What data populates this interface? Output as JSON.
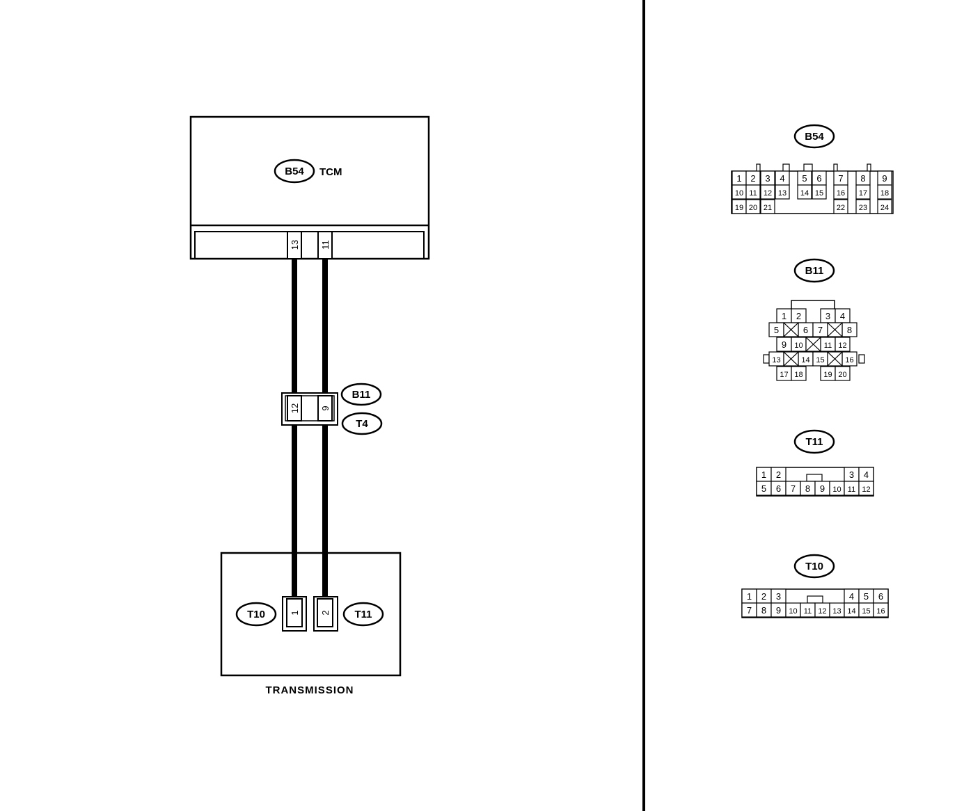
{
  "wiring": {
    "tcm": {
      "connector": "B54",
      "name": "TCM",
      "pins": [
        "13",
        "11"
      ]
    },
    "joint": {
      "connector_top": "B11",
      "connector_bottom": "T4",
      "pins": [
        "12",
        "9"
      ]
    },
    "transmission": {
      "name": "TRANSMISSION",
      "left_connector": "T10",
      "right_connector": "T11",
      "pins": [
        "1",
        "2"
      ]
    }
  },
  "connectors": {
    "b54": {
      "label": "B54",
      "rows": [
        [
          "1",
          "2",
          "3",
          "4",
          "5",
          "6",
          "7",
          "8",
          "9"
        ],
        [
          "10",
          "11",
          "12",
          "13",
          "14",
          "15",
          "16",
          "17",
          "18"
        ],
        [
          "19",
          "20",
          "21",
          "22",
          "23",
          "24"
        ]
      ]
    },
    "b11": {
      "label": "B11",
      "rows": [
        [
          "1",
          "2",
          "3",
          "4"
        ],
        [
          "5",
          "6",
          "7",
          "8"
        ],
        [
          "9",
          "10",
          "11",
          "12"
        ],
        [
          "13",
          "14",
          "15",
          "16"
        ],
        [
          "17",
          "18",
          "19",
          "20"
        ]
      ]
    },
    "t11": {
      "label": "T11",
      "rows": [
        [
          "1",
          "2",
          "3",
          "4"
        ],
        [
          "5",
          "6",
          "7",
          "8",
          "9",
          "10",
          "11",
          "12"
        ]
      ]
    },
    "t10": {
      "label": "T10",
      "rows": [
        [
          "1",
          "2",
          "3",
          "4",
          "5",
          "6"
        ],
        [
          "7",
          "8",
          "9",
          "10",
          "11",
          "12",
          "13",
          "14",
          "15",
          "16"
        ]
      ]
    }
  }
}
